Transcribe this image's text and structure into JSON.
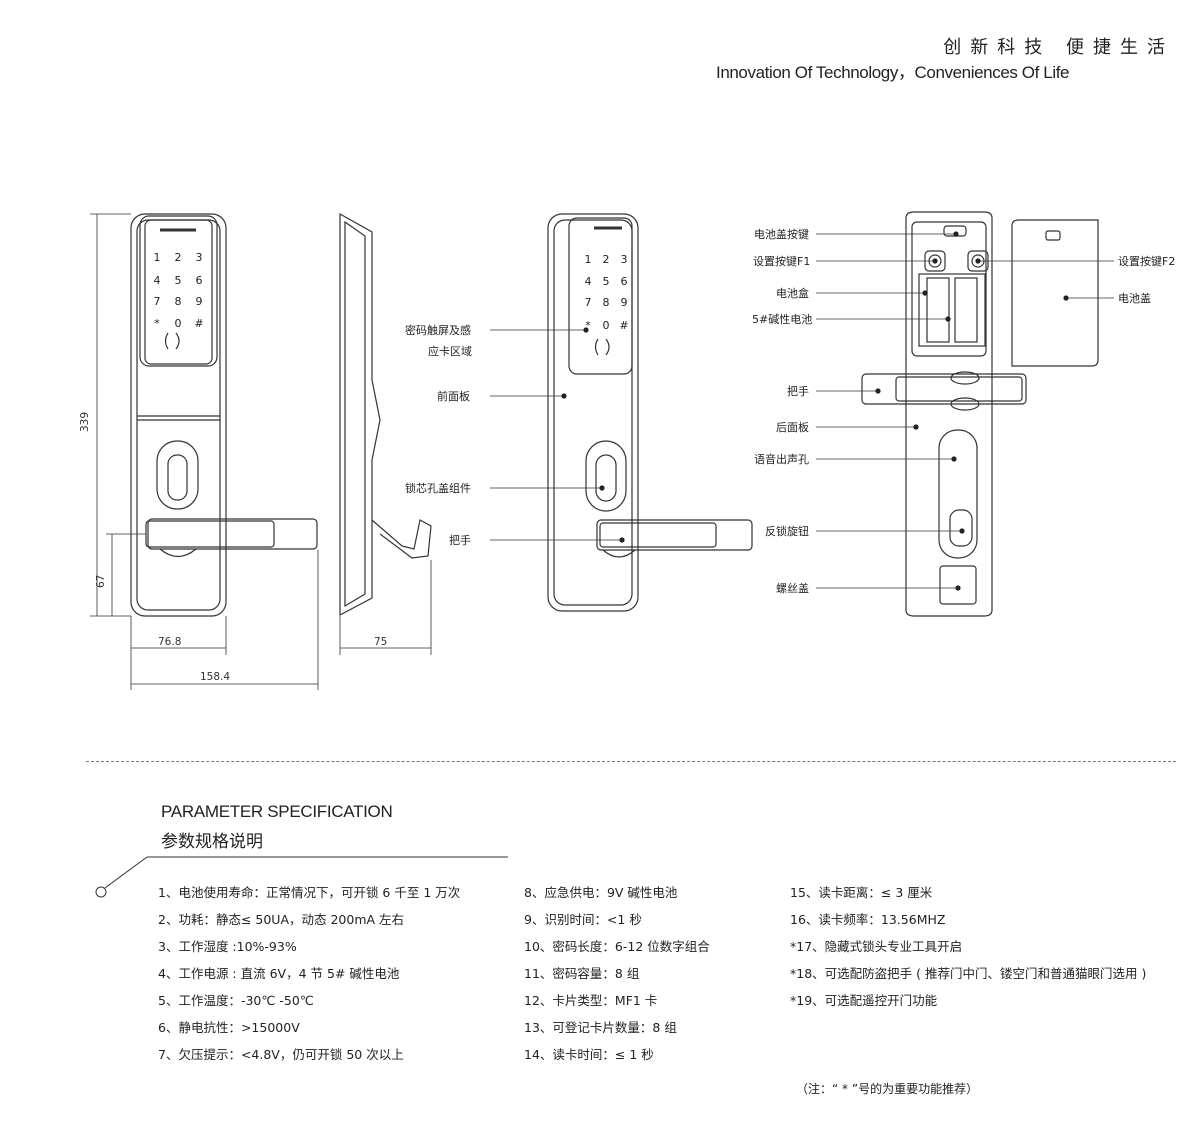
{
  "header": {
    "slogan_cn": "创新科技 便捷生活",
    "slogan_en": "Innovation Of Technology，Conveniences Of Life"
  },
  "dimensions": {
    "height_total": "339",
    "height_handle": "67",
    "width_panel": "76.8",
    "width_total": "158.4",
    "depth": "75"
  },
  "front_callouts": {
    "touch_area_1": "密码触屏及感",
    "touch_area_2": "应卡区域",
    "front_panel": "前面板",
    "lock_cover": "锁芯孔盖组件",
    "handle": "把手"
  },
  "back_callouts": {
    "battery_button": "电池盖按键",
    "set_f1": "设置按键F1",
    "battery_box": "电池盒",
    "battery_5": "5#碱性电池",
    "handle": "把手",
    "rear_panel": "后面板",
    "speaker": "语音出声孔",
    "knob": "反锁旋钮",
    "screw_cover": "螺丝盖",
    "set_f2": "设置按键F2",
    "battery_cover": "电池盖"
  },
  "keypad": [
    "1",
    "2",
    "3",
    "4",
    "5",
    "6",
    "7",
    "8",
    "9",
    "*",
    "0",
    "#"
  ],
  "spec": {
    "title_en": "PARAMETER SPECIFICATION",
    "title_cn": "参数规格说明",
    "col1": [
      "1、电池使用寿命：正常情况下，可开锁 6 千至 1 万次",
      "2、功耗：静态≤ 50UA，动态 200mA 左右",
      "3、工作湿度 :10%-93%",
      "4、工作电源 : 直流 6V，4 节 5# 碱性电池",
      "5、工作温度：-30℃ -50℃",
      "6、静电抗性：>15000V",
      "7、欠压提示：<4.8V，仍可开锁 50 次以上"
    ],
    "col2": [
      "8、应急供电：9V 碱性电池",
      "9、识别时间：<1 秒",
      "10、密码长度：6-12 位数字组合",
      "11、密码容量：8 组",
      "12、卡片类型：MF1 卡",
      "13、可登记卡片数量：8 组",
      "14、读卡时间：≤ 1 秒"
    ],
    "col3": [
      "15、读卡距离：≤ 3 厘米",
      "16、读卡频率：13.56MHZ",
      "*17、隐藏式锁头专业工具开启",
      "*18、可选配防盗把手 ( 推荐门中门、镂空门和普通猫眼门选用 )",
      "*19、可选配遥控开门功能"
    ],
    "note": "（注：“ * ”号的为重要功能推荐）"
  }
}
